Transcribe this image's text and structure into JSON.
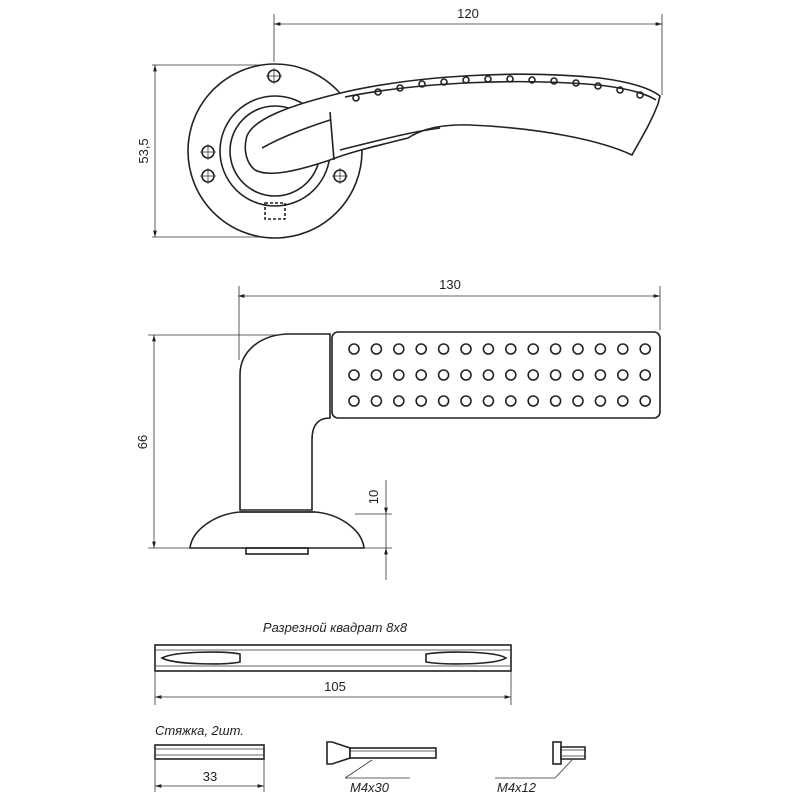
{
  "dimensions": {
    "top_width": "120",
    "top_height": "53,5",
    "side_width": "130",
    "side_height": "66",
    "rosette_height": "10",
    "square_length": "105",
    "tie_length": "33"
  },
  "labels": {
    "square": "Разрезной квадрат 8х8",
    "tie": "Стяжка, 2шт.",
    "screw_long": "М4х30",
    "screw_short": "М4х12"
  }
}
